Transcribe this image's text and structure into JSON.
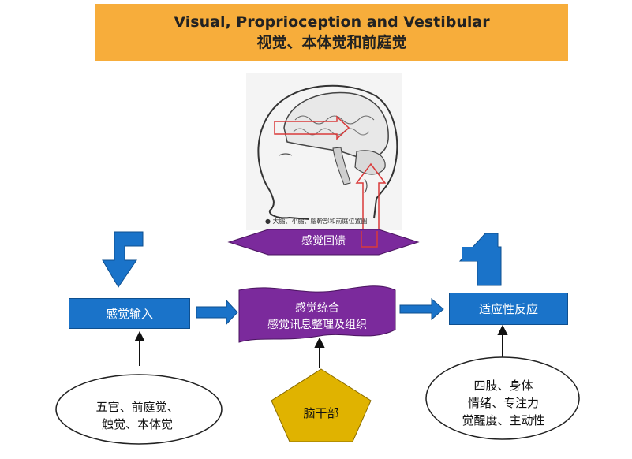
{
  "title": {
    "line1": "Visual, Proprioception and Vestibular",
    "line2": "视觉、本体觉和前庭觉"
  },
  "brain_image": {
    "caption": "● 大腦、小腦、腦幹部和前庭位置圖"
  },
  "nodes": {
    "sensory_feedback": "感觉回馈",
    "sensory_input": "感觉输入",
    "integration_line1": "感觉统合",
    "integration_line2": "感觉讯息整理及组织",
    "adaptive_response": "适应性反应",
    "brainstem": "脑干部",
    "senses_line1": "五官、前庭觉、",
    "senses_line2": "触觉、本体觉",
    "outcomes_line1": "四肢、身体",
    "outcomes_line2": "情绪、专注力",
    "outcomes_line3": "觉醒度、主动性"
  },
  "colors": {
    "banner": "#f7ad3b",
    "blue_box": "#1a73c9",
    "purple": "#7b2a9c",
    "pentagon": "#e0b300",
    "feedback_outline": "#d93a3a"
  }
}
